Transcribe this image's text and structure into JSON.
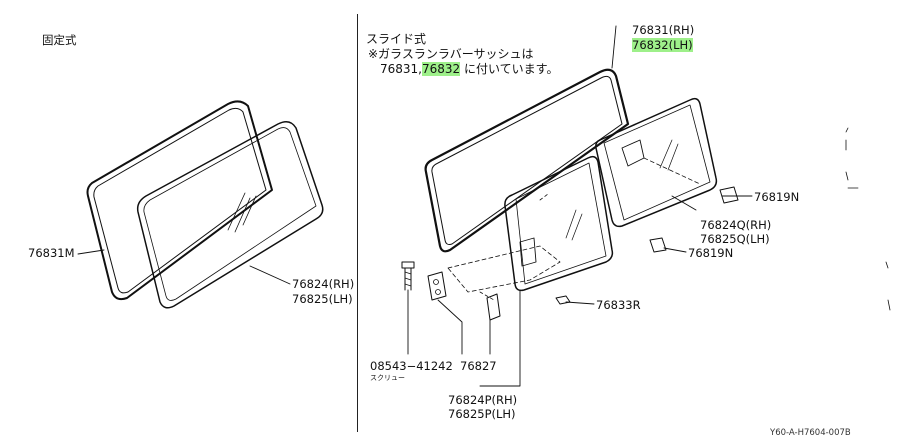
{
  "left_section": {
    "title": "固定式"
  },
  "right_section": {
    "title": "スライド式",
    "note_line1": "※ガラスランラバーサッシュは",
    "note_line2_prefix": "76831,",
    "note_line2_highlight": "76832",
    "note_line2_suffix": "に付いています。"
  },
  "parts": {
    "p76831M": "76831M",
    "p76824_rh": "76824(RH)",
    "p76825_lh": "76825(LH)",
    "p76831_rh": "76831(RH)",
    "p76832_lh_num": "76832",
    "p76832_lh_suffix": "(LH)",
    "p76819N_a": "76819N",
    "p76824Q_rh": "76824Q(RH)",
    "p76825Q_lh": "76825Q(LH)",
    "p76819N_b": "76819N",
    "p76833R": "76833R",
    "p08543": "08543−41242",
    "p08543_sub": "スクリュー",
    "p76827": "76827",
    "p76824P_rh": "76824P(RH)",
    "p76825P_lh": "76825P(LH)"
  },
  "colors": {
    "highlight": "#9ef08a",
    "line": "#111111"
  },
  "image_code": "Y60-A-H7604-007B"
}
